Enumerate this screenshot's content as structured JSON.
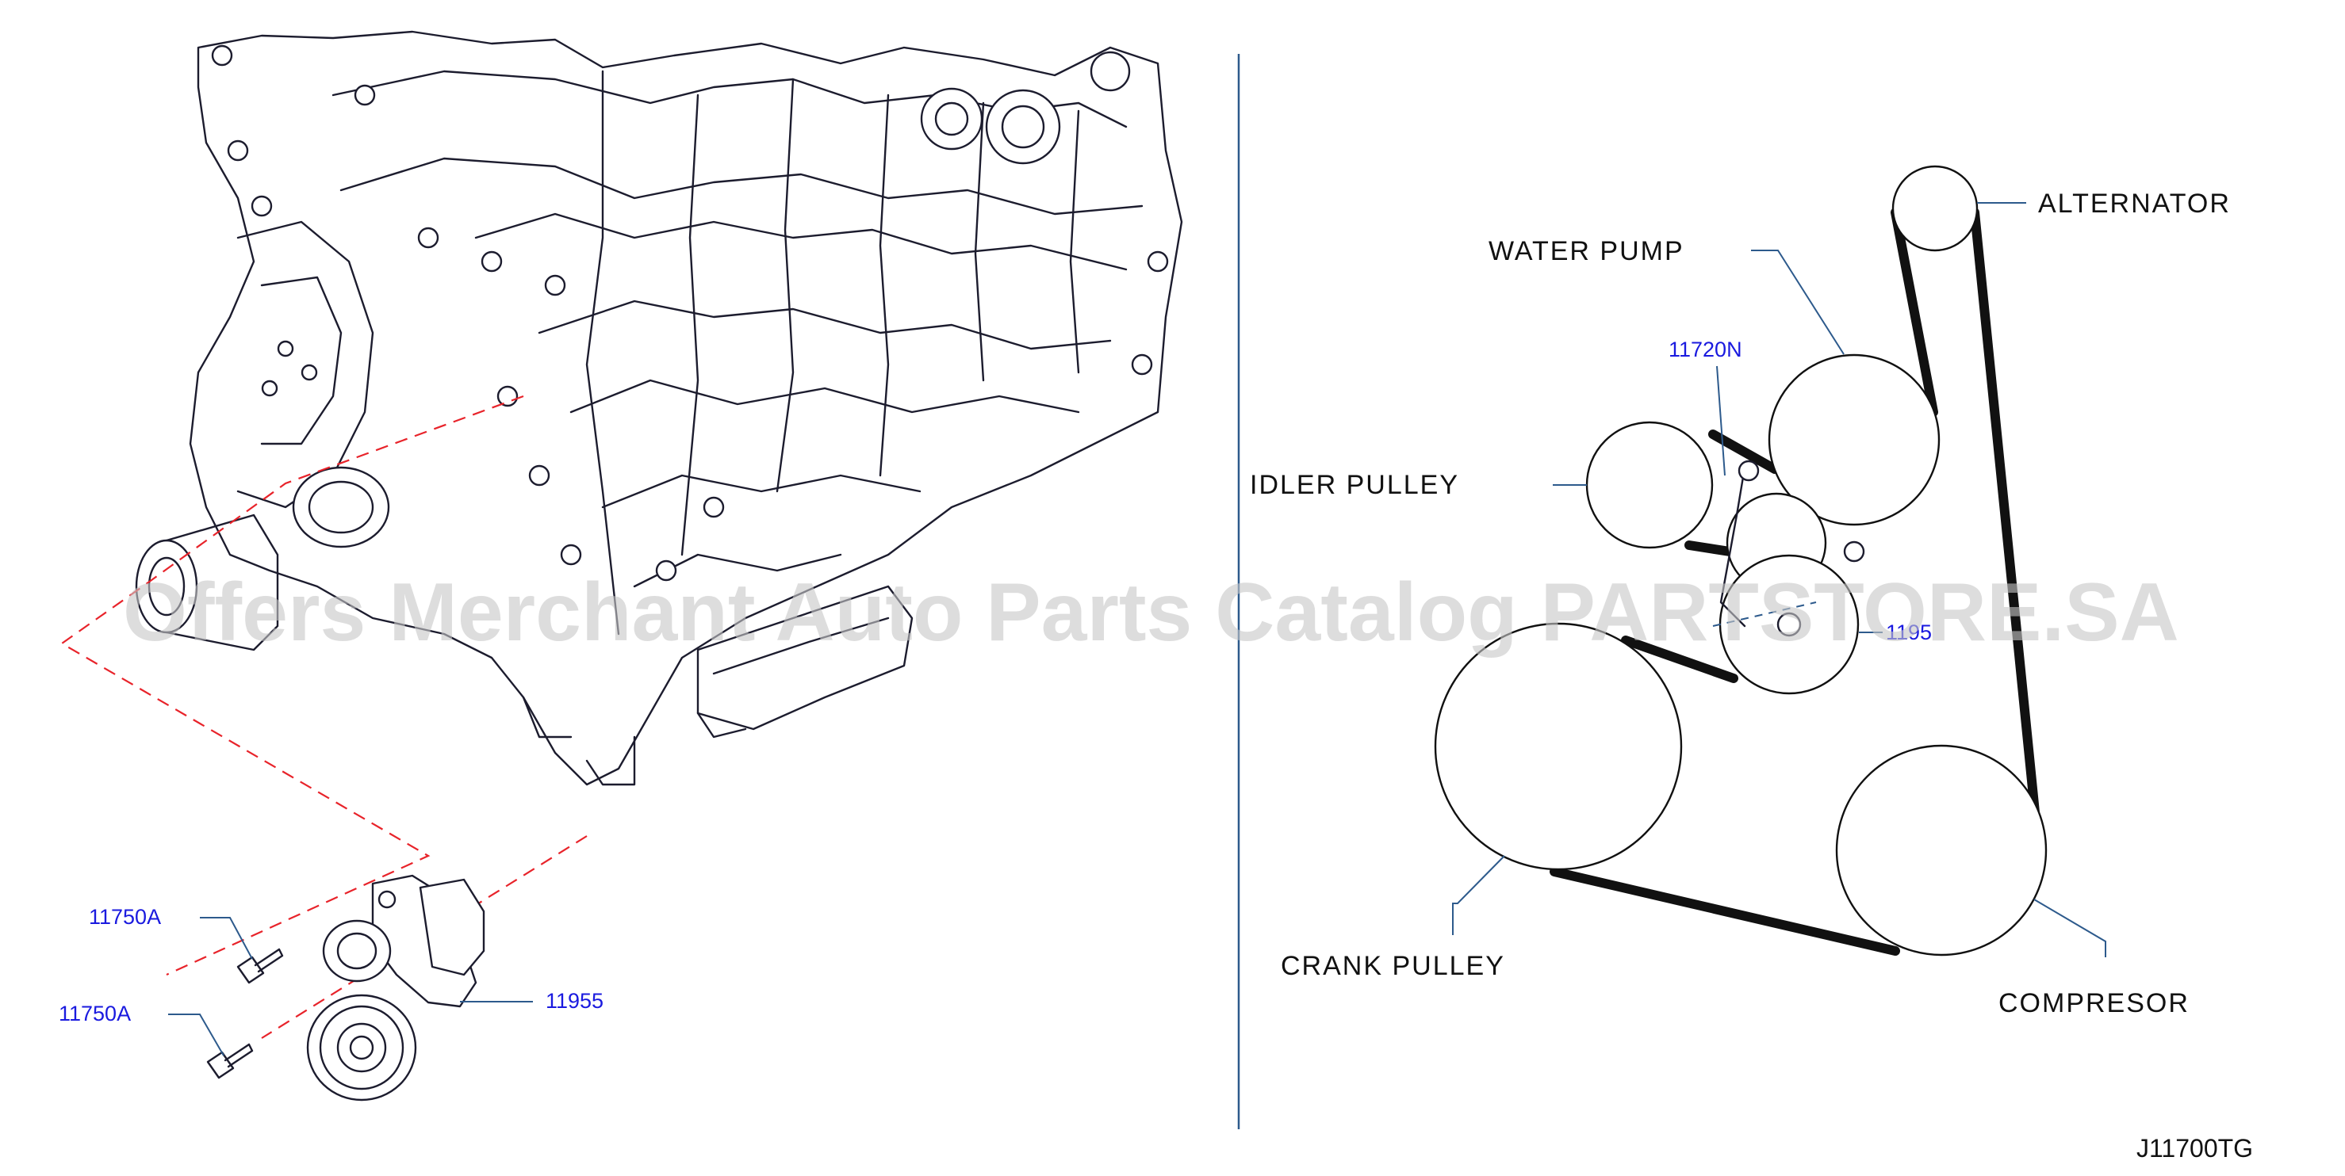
{
  "labels": {
    "water_pump": "WATER  PUMP",
    "alternator": "ALTERNATOR",
    "idler_pulley": "IDLER  PULLEY",
    "crank_pulley": "CRANK  PULLEY",
    "compresor": "COMPRESOR"
  },
  "part_numbers": {
    "tensioner_right": "11720N",
    "tensioner_partial": "1195",
    "bolt_upper": "11750A",
    "bolt_lower": "11750A",
    "tensioner_assembly": "11955"
  },
  "drawing_code": "J11700TG",
  "watermark": "Offers Merchant Auto Parts Catalog PARTSTORE.SA",
  "colors": {
    "part_number": "#1a1adf",
    "leader": "#2d5a8c",
    "dashed_guide": "#e8232a",
    "belt": "#111111"
  }
}
